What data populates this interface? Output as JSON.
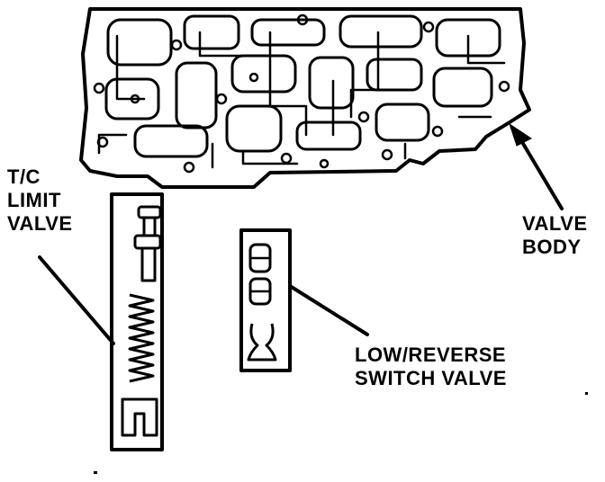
{
  "labels": {
    "tc_limit_valve": [
      "T/C",
      "LIMIT",
      "VALVE"
    ],
    "valve_body": [
      "VALVE",
      "BODY"
    ],
    "low_reverse_switch_valve": [
      "LOW/REVERSE",
      "SWITCH VALVE"
    ]
  },
  "colors": {
    "ink": "#000000",
    "paper": "#ffffff"
  }
}
